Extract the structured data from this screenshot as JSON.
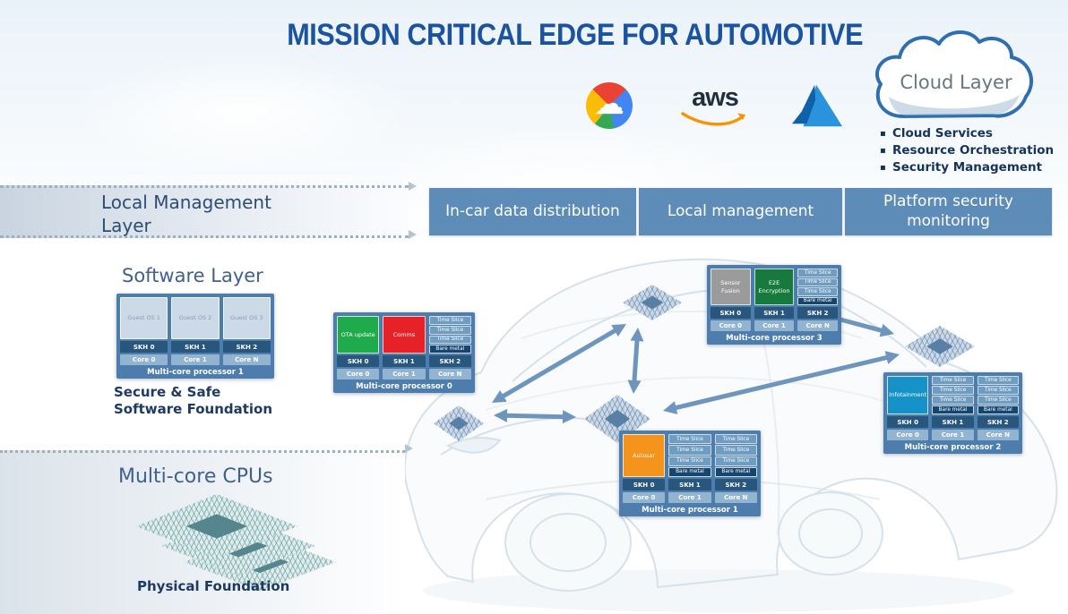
{
  "title": "MISSION CRITICAL EDGE FOR AUTOMOTIVE",
  "providers": {
    "google_icon": "google-cloud-logo",
    "aws_icon": "aws-logo",
    "aws_label": "aws",
    "azure_icon": "azure-logo"
  },
  "cloud_layer": {
    "label": "Cloud Layer",
    "bullets": [
      "Cloud Services",
      "Resource Orchestration",
      "Security Management"
    ]
  },
  "local_management_layer": {
    "label": "Local Management Layer",
    "buttons": [
      "In-car data distribution",
      "Local management",
      "Platform security monitoring"
    ]
  },
  "software_layer": {
    "heading": "Software Layer",
    "caption_line1": "Secure & Safe",
    "caption_line2": "Software Foundation"
  },
  "physical_layer": {
    "heading": "Multi-core CPUs",
    "caption": "Physical Foundation"
  },
  "colors": {
    "accent_blue": "#5d8cb8",
    "card_blue": "#4c7dad",
    "arrow_blue": "#6e95bd",
    "ota_green": "#1faa4b",
    "comms_red": "#e62128",
    "sensor_gray": "#9b9b9b",
    "encryption_green": "#167a3f",
    "autosar_orange": "#f5941d",
    "infotainment_cyan": "#1593c9"
  },
  "processors": [
    {
      "id": "sw",
      "name": "Multi-core processor 1",
      "columns": [
        {
          "app": {
            "label": "Guest OS 1",
            "color": "#ccd9e7",
            "text_color": "#8a9cb5"
          },
          "skh": "SKH 0",
          "core": "Core 0"
        },
        {
          "app": {
            "label": "Guest OS 2",
            "color": "#ccd9e7",
            "text_color": "#8a9cb5"
          },
          "skh": "SKH 1",
          "core": "Core 1"
        },
        {
          "app": {
            "label": "Guest OS 3",
            "color": "#ccd9e7",
            "text_color": "#8a9cb5"
          },
          "skh": "SKH 2",
          "core": "Core N"
        }
      ]
    },
    {
      "id": "p0",
      "name": "Multi-core processor 0",
      "columns": [
        {
          "app": {
            "label": "OTA update",
            "color": "#1faa4b",
            "text_color": "#ffffff"
          },
          "skh": "SKH 0",
          "core": "Core 0"
        },
        {
          "app": {
            "label": "Comms",
            "color": "#e62128",
            "text_color": "#ffffff"
          },
          "skh": "SKH 1",
          "core": "Core 1"
        },
        {
          "slices": [
            "Time Slice",
            "Time Slice",
            "Time Slice",
            "Bare metal"
          ],
          "skh": "SKH 2",
          "core": "Core N"
        }
      ]
    },
    {
      "id": "p3",
      "name": "Multi-core processor 3",
      "columns": [
        {
          "app": {
            "label": "Sensor Fusion",
            "color": "#9b9b9b",
            "text_color": "#ffffff"
          },
          "skh": "SKH 0",
          "core": "Core 0"
        },
        {
          "app": {
            "label": "E2E Encryption",
            "color": "#167a3f",
            "text_color": "#ffffff"
          },
          "skh": "SKH 1",
          "core": "Core 1"
        },
        {
          "slices": [
            "Time Slice",
            "Time Slice",
            "Time Slice",
            "Bare metal"
          ],
          "skh": "SKH 2",
          "core": "Core N"
        }
      ]
    },
    {
      "id": "p1",
      "name": "Multi-core processor 1",
      "columns": [
        {
          "app": {
            "label": "Autosar",
            "color": "#f5941d",
            "text_color": "#ffffff"
          },
          "skh": "SKH 0",
          "core": "Core 0"
        },
        {
          "slices": [
            "Time Slice",
            "Time Slice",
            "Time Slice",
            "Bare metal"
          ],
          "skh": "SKH 1",
          "core": "Core 1"
        },
        {
          "slices": [
            "Time Slice",
            "Time Slice",
            "Time Slice",
            "Bare metal"
          ],
          "skh": "SKH 2",
          "core": "Core N"
        }
      ]
    },
    {
      "id": "p2",
      "name": "Multi-core processor 2",
      "columns": [
        {
          "app": {
            "label": "Infotainment",
            "color": "#1593c9",
            "text_color": "#ffffff"
          },
          "skh": "SKH 0",
          "core": "Core 0"
        },
        {
          "slices": [
            "Time Slice",
            "Time Slice",
            "Time Slice",
            "Bare metal"
          ],
          "skh": "SKH 1",
          "core": "Core 1"
        },
        {
          "slices": [
            "Time Slice",
            "Time Slice",
            "Time Slice",
            "Bare metal"
          ],
          "skh": "SKH 2",
          "core": "Core N"
        }
      ]
    }
  ]
}
